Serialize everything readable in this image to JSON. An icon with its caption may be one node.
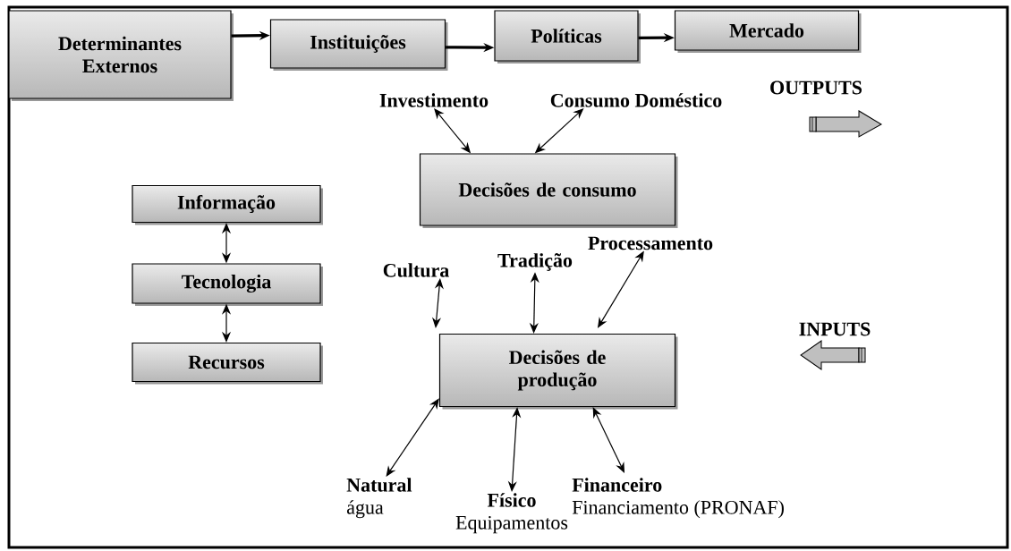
{
  "diagram": {
    "nodes": [
      {
        "text": [
          "Determinantes Externos"
        ]
      },
      {
        "text": [
          "Instituições"
        ]
      },
      {
        "text": [
          "Políticas"
        ]
      },
      {
        "text": [
          "Mercado"
        ]
      },
      {
        "text": [
          "Investimento"
        ]
      },
      {
        "text": [
          "Consumo Doméstico"
        ]
      },
      {
        "text": [
          "Decisões de consumo"
        ]
      },
      {
        "text": [
          "Informação"
        ]
      },
      {
        "text": [
          "Tecnologia"
        ]
      },
      {
        "text": [
          "Recursos"
        ]
      },
      {
        "text": [
          "Cultura"
        ]
      },
      {
        "text": [
          "Tradição"
        ]
      },
      {
        "text": [
          "Processamento"
        ]
      },
      {
        "text": [
          "Decisões de produção"
        ]
      },
      {
        "text": [
          "Natural",
          "água"
        ]
      },
      {
        "text": [
          "Físico",
          "Equipamentos"
        ]
      },
      {
        "text": [
          "Financeiro",
          "Financiamento (PRONAF)"
        ]
      }
    ],
    "edges": [
      {
        "from": 0,
        "to": 1,
        "arrow": "to",
        "style": "thick"
      },
      {
        "from": 1,
        "to": 2,
        "arrow": "to",
        "style": "thick"
      },
      {
        "from": 2,
        "to": 3,
        "arrow": "to",
        "style": "thick"
      },
      {
        "from": 4,
        "to": 6,
        "arrow": "both"
      },
      {
        "from": 5,
        "to": 6,
        "arrow": "both"
      },
      {
        "from": 7,
        "to": 8,
        "arrow": "both"
      },
      {
        "from": 8,
        "to": 9,
        "arrow": "both"
      },
      {
        "from": 10,
        "to": 13,
        "arrow": "both"
      },
      {
        "from": 11,
        "to": 13,
        "arrow": "both"
      },
      {
        "from": 12,
        "to": 13,
        "arrow": "both"
      },
      {
        "from": 13,
        "to": 14,
        "arrow": "both"
      },
      {
        "from": 13,
        "to": 15,
        "arrow": "both"
      },
      {
        "from": 13,
        "to": 16,
        "arrow": "both"
      }
    ],
    "labels": [
      "OUTPUTS",
      "INPUTS"
    ]
  }
}
